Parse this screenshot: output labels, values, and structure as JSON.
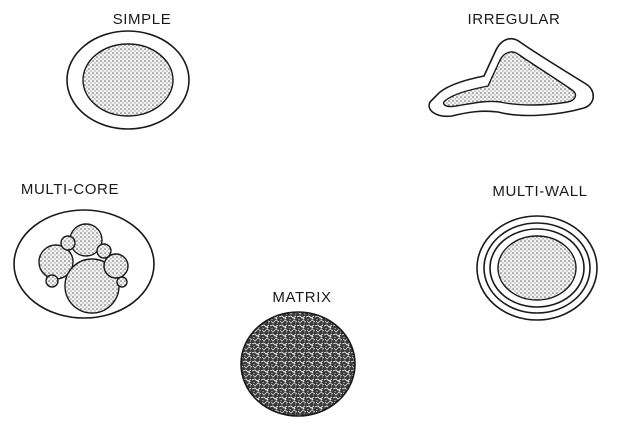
{
  "diagram": {
    "labels": {
      "simple": "SIMPLE",
      "irregular": "IRREGULAR",
      "multi_core": "MULTI-CORE",
      "multi_wall": "MULTI-WALL",
      "matrix": "MATRIX"
    },
    "colors": {
      "ink": "#1a1a1a",
      "background": "#ffffff",
      "stipple": "#555555"
    }
  }
}
